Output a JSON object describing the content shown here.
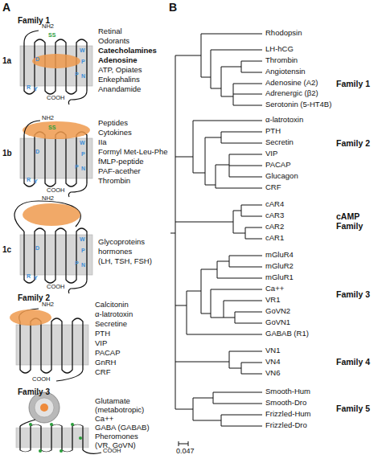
{
  "diagram": {
    "labels": [
      "A",
      "Family 1",
      "NH2",
      "SS",
      "1a",
      "D",
      "W",
      "P",
      "R",
      "Y",
      "P",
      "N",
      "Retinal",
      "Odorants",
      "Catecholamines",
      "Adenosine",
      "ATP, Opiates",
      "Enkephalins",
      "Anandamide",
      "COOH",
      "NH2",
      "SS",
      "1b",
      "D",
      "W",
      "P",
      "R",
      "Y",
      "P",
      "N",
      "Peptides",
      "Cytokines",
      "IIa",
      "Formyl Met-Leu-Phe",
      "fMLP-peptide",
      "PAF-acether",
      "Thrombin",
      "COOH",
      "NH2",
      "1c",
      "D",
      "W",
      "P",
      "R",
      "Y",
      "P",
      "N",
      "Glycoproteins",
      "hormones",
      "(LH, TSH, FSH)",
      "COOH",
      "Family 2",
      "NH2",
      "Calcitonin",
      "α-latrotoxin",
      "Secretine",
      "PTH",
      "VIP",
      "PACAP",
      "GnRH",
      "CRF",
      "COOH",
      "Family 3",
      "Glutamate",
      "(metabotropic)",
      "Ca++",
      "GABA (GABAB)",
      "Pheromones",
      "(VR, GoVN)",
      "COOH",
      "B",
      "Rhodopsin",
      "LH-hCG",
      "Thrombin",
      "Angiotensin",
      "Adenosine (A2)",
      "Adrenergic (β2)",
      "Serotonin (5-HT4B)",
      "Family 1",
      "α-latrotoxin",
      "PTH",
      "Secretin",
      "VIP",
      "PACAP",
      "Glucagon",
      "CRF",
      "Family 2",
      "cAR4",
      "cAR3",
      "cAR2",
      "cAR1",
      "cAMP Family",
      "mGluR4",
      "mGluR2",
      "mGluR1",
      "Ca++",
      "VR1",
      "GoVN2",
      "GoVN1",
      "GABAB (R1)",
      "Family 3",
      "VN1",
      "VN4",
      "VN6",
      "Family 4",
      "Smooth-Hum",
      "Smooth-Dro",
      "Frizzled-Hum",
      "Frizzled-Dro",
      "Family 5",
      "0.047"
    ]
  }
}
